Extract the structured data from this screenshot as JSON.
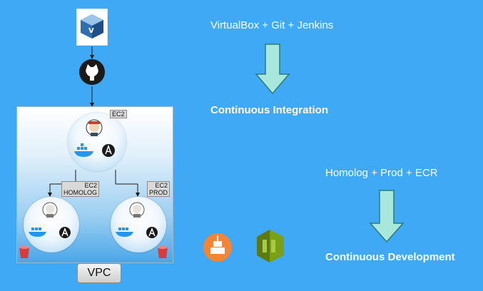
{
  "pipeline": {
    "ci_tools": "VirtualBox + Git + Jenkins",
    "ci_title": "Continuous Integration",
    "cd_tools": "Homolog + Prod + ECR",
    "cd_title": "Continuous Development"
  },
  "vpc": {
    "label": "VPC",
    "master": {
      "tag": "EC2"
    },
    "homolog": {
      "tag_line1": "EC2",
      "tag_line2": "HOMOLOG"
    },
    "prod": {
      "tag_line1": "EC2",
      "tag_line2": "PROD"
    }
  },
  "colors": {
    "background": "#3fa9f5",
    "arrow_fill": "#a8e8dc",
    "arrow_stroke": "#2b7a78",
    "ansible": "#1a1a1a",
    "docker": "#2496ed",
    "bucket": "#d93a3a",
    "ecr_orange": "#f58536",
    "ecr_green": "#7aa116"
  },
  "icons": [
    "virtualbox-icon",
    "github-icon",
    "jenkins-icon",
    "docker-icon",
    "ansible-icon",
    "s3-bucket-icon",
    "ecr-icon",
    "codedeploy-icon"
  ]
}
